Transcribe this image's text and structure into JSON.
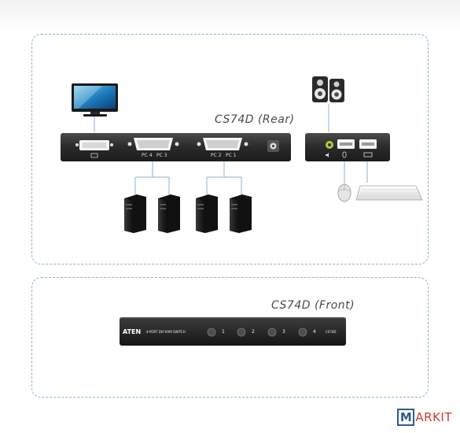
{
  "rear": {
    "title": "CS74D (Rear)",
    "ports": {
      "pc4": "PC 4",
      "pc3": "PC 3",
      "pc2": "PC 2",
      "pc1": "PC 1"
    }
  },
  "front": {
    "title": "CS74D (Front)",
    "brand": "ATEN",
    "model_caption": "4-PORT DVI KVM SWITCH",
    "model_code": "CS74D",
    "buttons": [
      "1",
      "2",
      "3",
      "4"
    ]
  },
  "watermark": {
    "m": "M",
    "rest": "ARKIT"
  },
  "colors": {
    "dashed_border": "#8fb3cf",
    "device_body": "#2e2e2e",
    "cable": "#9cc1dd",
    "logo_red": "#d23a2a",
    "logo_blue": "#2a5d8f"
  },
  "icons": [
    "monitor-icon",
    "speaker-icon",
    "mouse-icon",
    "keyboard-icon",
    "pc-tower-icon",
    "dvi-port-icon",
    "usb-port-icon",
    "audio-jack-icon",
    "power-jack-icon"
  ]
}
